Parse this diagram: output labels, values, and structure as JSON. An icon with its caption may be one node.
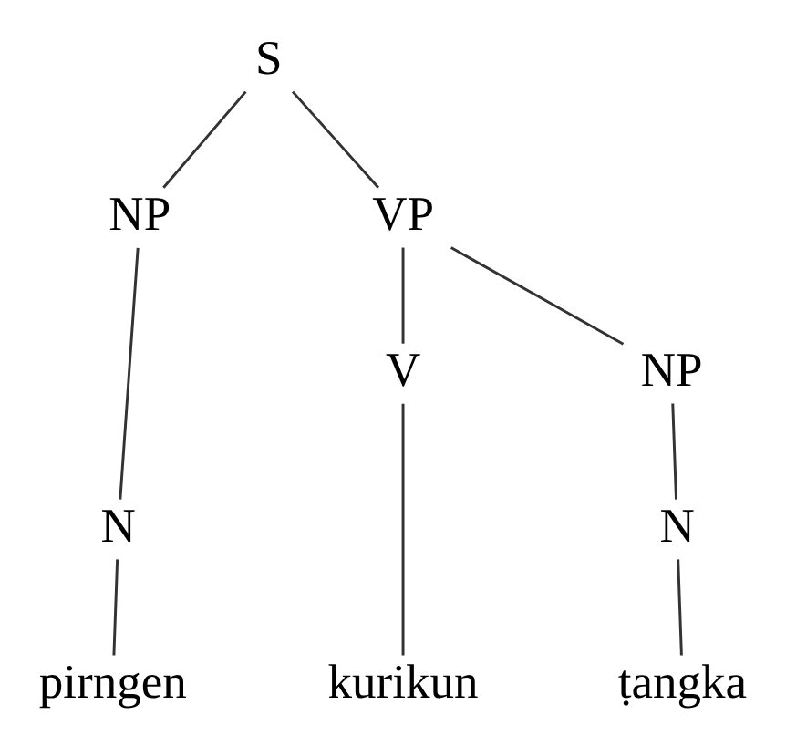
{
  "diagram": {
    "nodes": [
      {
        "text": [
          "S"
        ]
      },
      {
        "text": [
          "NP"
        ]
      },
      {
        "text": [
          "N"
        ]
      },
      {
        "text": [
          "pirngen"
        ]
      },
      {
        "text": [
          "VP"
        ]
      },
      {
        "text": [
          "V"
        ]
      },
      {
        "text": [
          "kurikun"
        ]
      },
      {
        "text": [
          "NP"
        ]
      },
      {
        "text": [
          "N"
        ]
      },
      {
        "text": [
          "ṭangka"
        ]
      }
    ],
    "edges": [
      {
        "from": 0,
        "to": 1,
        "arrow": "none"
      },
      {
        "from": 1,
        "to": 2,
        "arrow": "none"
      },
      {
        "from": 2,
        "to": 3,
        "arrow": "none"
      },
      {
        "from": 0,
        "to": 4,
        "arrow": "none"
      },
      {
        "from": 4,
        "to": 5,
        "arrow": "none"
      },
      {
        "from": 5,
        "to": 6,
        "arrow": "none"
      },
      {
        "from": 4,
        "to": 7,
        "arrow": "none"
      },
      {
        "from": 7,
        "to": 8,
        "arrow": "none"
      },
      {
        "from": 8,
        "to": 9,
        "arrow": "none"
      }
    ]
  }
}
